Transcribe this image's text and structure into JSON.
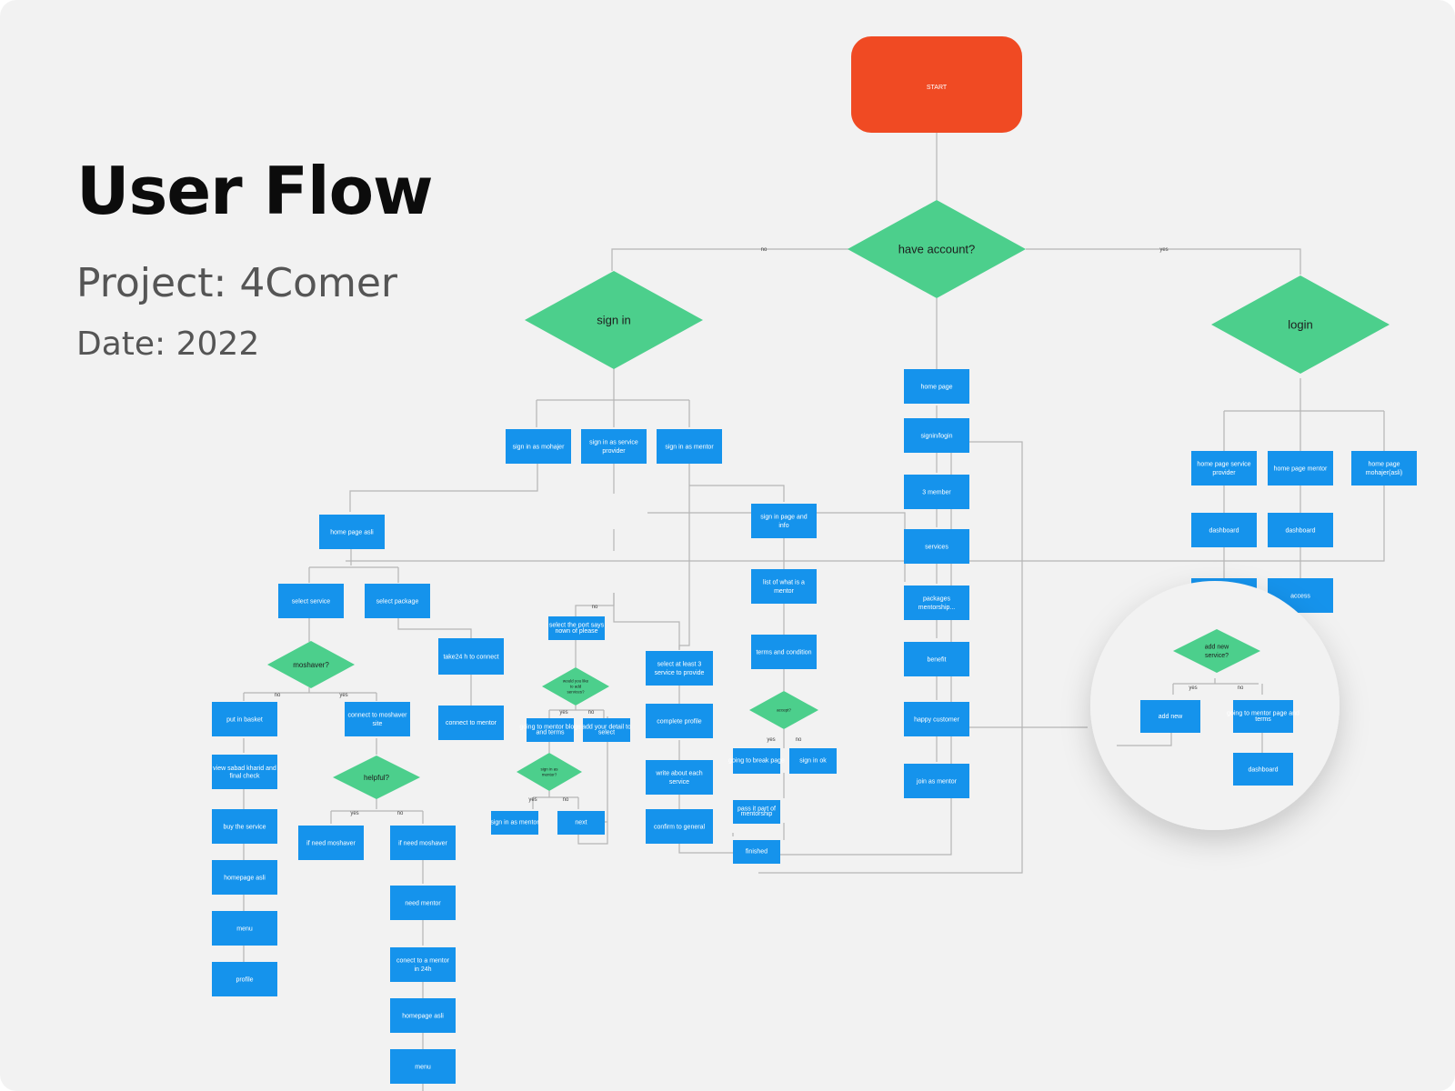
{
  "header": {
    "title": "User Flow",
    "project": "Project: 4Comer",
    "date": "Date: 2022"
  },
  "colors": {
    "start": "#f04a23",
    "decision": "#4ccf8c",
    "process": "#1593ec",
    "connector": "#b5b5b5",
    "background": "#f2f2f2"
  },
  "nodes": {
    "start": "START",
    "have_account": "have account?",
    "sign_in": "sign in",
    "login": "login",
    "sign_in_mohajer": "sign in as mohajer",
    "sign_in_provider": "sign in as service provider",
    "sign_in_mentor": "sign in as mentor",
    "home_page": "home page",
    "signin_login": "signin/login",
    "three_member": "3 member",
    "services": "services",
    "packages": "packages mentorship...",
    "benefit": "benefit",
    "happy_customer": "happy customer",
    "join_mentor": "join as mentor",
    "home_asli": "home page asli",
    "select_service": "select service",
    "select_package": "select package",
    "moshaver_q": "moshaver?",
    "put_basket": "put in basket",
    "view_sabad": "view sabad kharid and final check",
    "buy_service": "buy the service",
    "homepage_asli_1": "homepage asli",
    "menu_1": "menu",
    "profile": "profile",
    "connect_moshaver": "connect to moshaver site",
    "helpful_q": "helpful?",
    "if_need_1": "if need moshaver",
    "if_need_2": "if need moshaver",
    "need_mentor": "need mentor",
    "connect_mentor_24h": "conect to a mentor in 24h",
    "homepage_asli_2": "homepage asli",
    "menu_2": "menu",
    "take24": "take24 h to connect",
    "connect_mentor_small": "connect to mentor",
    "select_port": "select the port says nown of please",
    "small_q1": "would you like to add services?",
    "going_mentor": "going to mentor blogs and terms",
    "add_your": "add your detail to select",
    "small_q2": "sign in as mentor?",
    "sign_as_mentor": "sign in as mentor",
    "next": "next",
    "select_3": "select at least 3 service to provide",
    "complete_profile": "complete profile",
    "write_about": "write about each service",
    "confirm_general": "confirm to general",
    "sign_in_page": "sign in page and info",
    "list_mentor": "list of what is a mentor",
    "terms_condition": "terms and condition",
    "small_q3": "accept?",
    "going_break": "going to break page",
    "sign_in_ok": "sign in ok",
    "pass_part": "pass it part of mentorship",
    "finished": "finished",
    "home_provider": "home page service provider",
    "home_mentor": "home page mentor",
    "home_mohajer": "home page mohajer(asli)",
    "dashboard_1": "dashboard",
    "dashboard_2": "dashboard",
    "access": "access",
    "add_new_q": "add new service?",
    "add_new": "add new",
    "going_mentor_page": "going to mentor page and terms",
    "dashboard_zoom": "dashboard"
  },
  "edges": {
    "yes": "yes",
    "no": "no"
  }
}
